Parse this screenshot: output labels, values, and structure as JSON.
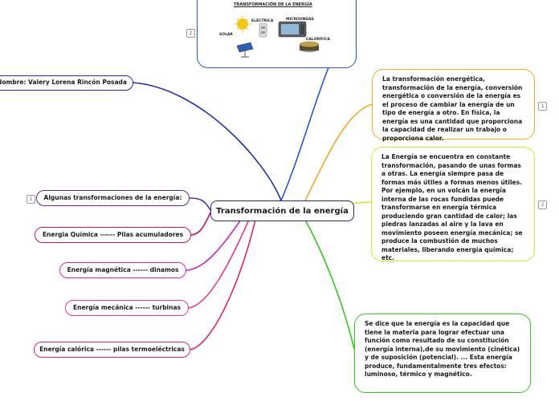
{
  "central": {
    "label": "Transformación de la energía"
  },
  "image_node": {
    "title": "TRANSFORMACIÓN DE LA ENERGÍA",
    "labels": [
      "SOLAR",
      "ELÉCTRICA",
      "MICROONDAS",
      "CALORÍFICA"
    ],
    "badge": "2"
  },
  "left": {
    "name": "Nombre: Valery Lorena Rincón Posada",
    "transformations_header": "Algunas transformaciones de la energía:",
    "transformations_badge": "1",
    "items": [
      "Energia Química ------ Pilas acumuladores",
      "Energía magnética ------ dinamos",
      "Energía mecánica ------ turbinas",
      "Energía calórica ------ pilas termoeléctricas"
    ]
  },
  "right": {
    "card1": {
      "text": "La transformación energética, transformación de la energía, conversión energética o conversión de la energía es el proceso de cambiar la energía de un tipo de energía a otro. En física, la energía es una cantidad que proporciona la capacidad de realizar un trabajo o proporciona calor.",
      "badge": "1"
    },
    "card2": {
      "text": "La Energía se encuentra en constante transformación, pasando de unas formas a otras. La energía siempre pasa de formas más útiles a formas menos útiles. Por ejemplo, en un volcán la energía interna de las rocas fundidas puede transformarse en energía térmica produciendo gran cantidad de calor; las piedras lanzadas al aire y la lava en movimiento poseen energía mecánica; se produce la combustión de muchos materiales, liberando energía química; etc.",
      "badge": "2"
    },
    "card3": {
      "text": "Se dice que la energía es la capacidad que tiene la materia para lograr efectuar una función como resultado de su constitución (energía interna),de su movimiento (cinética) y de suposición (potencial). ... Esta energía produce, fundamentalmente tres efectos: luminoso, térmico y magnético."
    }
  },
  "colors": {
    "central": "#1e2a78",
    "image": "#2a56d4",
    "orange": "#f5a623",
    "yellow": "#d8e61e",
    "green": "#35c51f",
    "purple": "#5b2d91",
    "crimson": "#c2185b",
    "magenta": "#cc27b8",
    "pink": "#e83a8a",
    "red": "#e0245e",
    "navy": "#1c2fa8"
  }
}
